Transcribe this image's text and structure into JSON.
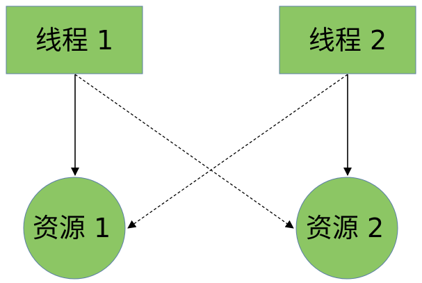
{
  "colors": {
    "node_fill": "#8cc664",
    "node_stroke": "#5b7fa6",
    "hold_edge": "#000000",
    "request_edge": "#000000"
  },
  "threads": [
    {
      "label": "线程 1"
    },
    {
      "label": "线程 2"
    }
  ],
  "resources": [
    {
      "label": "资源 1"
    },
    {
      "label": "资源 2"
    }
  ],
  "edges": [
    {
      "from": "thread-1",
      "to": "resource-1",
      "style": "solid"
    },
    {
      "from": "thread-2",
      "to": "resource-2",
      "style": "solid"
    },
    {
      "from": "thread-1",
      "to": "resource-2",
      "style": "dashed"
    },
    {
      "from": "thread-2",
      "to": "resource-1",
      "style": "dashed"
    }
  ]
}
